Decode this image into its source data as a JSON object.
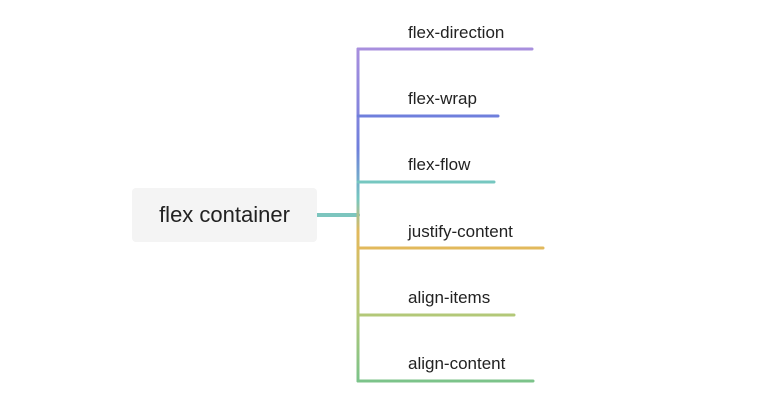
{
  "root": {
    "label": "flex container",
    "connector_color": "#7cc5be"
  },
  "branches": [
    {
      "label": "flex-direction",
      "color": "#a88fde"
    },
    {
      "label": "flex-wrap",
      "color": "#6f7fdc"
    },
    {
      "label": "flex-flow",
      "color": "#76c7c0"
    },
    {
      "label": "justify-content",
      "color": "#e2b95c"
    },
    {
      "label": "align-items",
      "color": "#b3c878"
    },
    {
      "label": "align-content",
      "color": "#7cc38a"
    }
  ]
}
